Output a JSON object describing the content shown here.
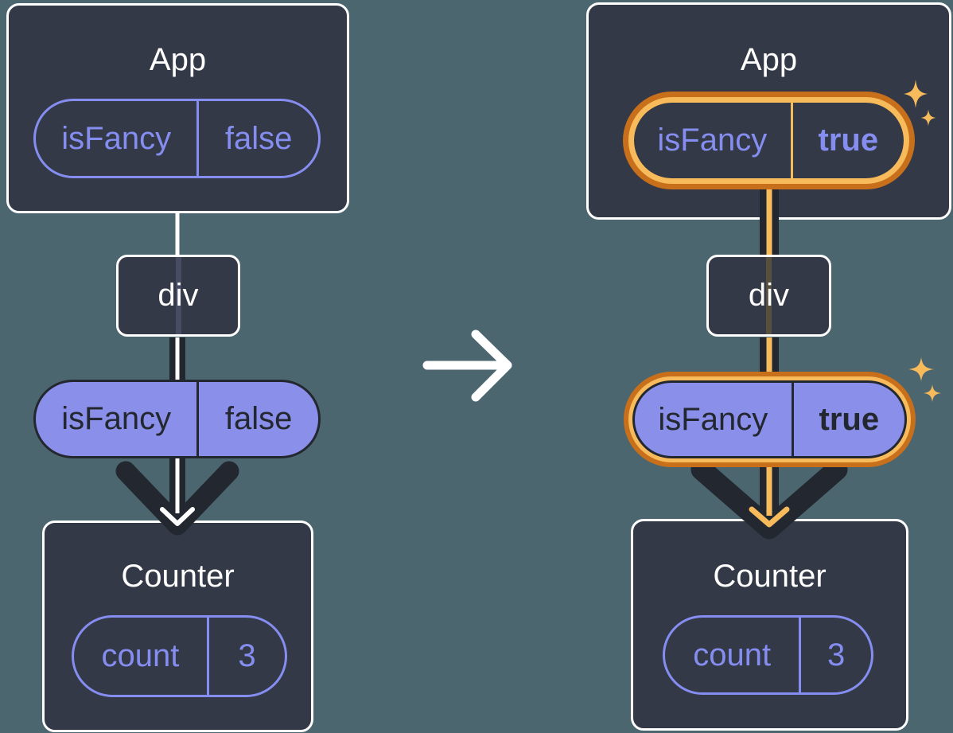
{
  "colors": {
    "background": "#4C6670",
    "node_fill": "#333947",
    "node_border": "#FFFFFF",
    "ink_dark": "#23272F",
    "purple_outline": "#858EF0",
    "purple_fill": "#8A8FE9",
    "orange_dark": "#C76F1B",
    "orange_light": "#F8BB5C"
  },
  "before": {
    "app": {
      "title": "App",
      "prop": {
        "name": "isFancy",
        "value": "false"
      }
    },
    "dom_element": {
      "label": "div"
    },
    "forwarded_prop": {
      "name": "isFancy",
      "value": "false"
    },
    "counter": {
      "title": "Counter",
      "state": {
        "name": "count",
        "value": "3"
      }
    }
  },
  "after": {
    "app": {
      "title": "App",
      "prop": {
        "name": "isFancy",
        "value": "true"
      }
    },
    "dom_element": {
      "label": "div"
    },
    "forwarded_prop": {
      "name": "isFancy",
      "value": "true"
    },
    "counter": {
      "title": "Counter",
      "state": {
        "name": "count",
        "value": "3"
      }
    }
  }
}
